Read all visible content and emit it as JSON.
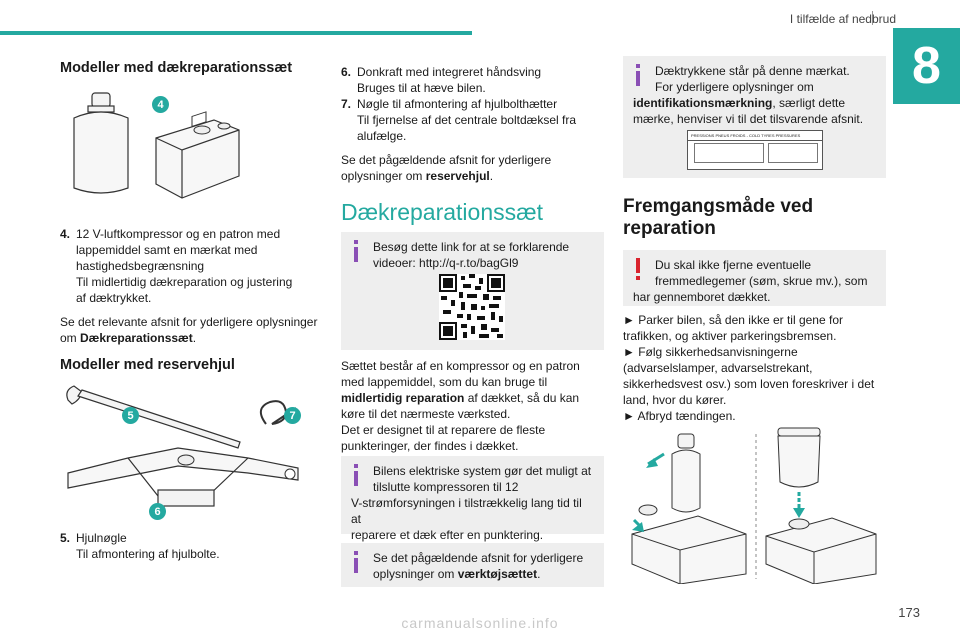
{
  "header": {
    "chapter_title": "I tilfælde af nedbrud",
    "chapter_number": "8",
    "page_number": "173"
  },
  "col1": {
    "heading1": "Modeller med dækreparationssæt",
    "callout4": "4",
    "item4": {
      "num": "4.",
      "lines": [
        "12 V-luftkompressor og en patron med",
        "lappemiddel samt en mærkat med",
        "hastighedsbegrænsning",
        "Til midlertidig dækreparation og justering",
        "af dæktrykket."
      ]
    },
    "para1a": "Se det relevante afsnit for yderligere oplysninger",
    "para1b_pre": "om ",
    "para1b_bold": "Dækreparationssæt",
    "para1b_post": ".",
    "heading2": "Modeller med reservehjul",
    "callout5": "5",
    "callout6": "6",
    "callout7": "7",
    "item5": {
      "num": "5.",
      "lines": [
        "Hjulnøgle",
        "Til afmontering af hjulbolte."
      ]
    }
  },
  "col2": {
    "item6": {
      "num": "6.",
      "lines": [
        "Donkraft med integreret håndsving",
        "Bruges til at hæve bilen."
      ]
    },
    "item7": {
      "num": "7.",
      "lines": [
        "Nøgle til afmontering af hjulbolthætter",
        "Til fjernelse af det centrale boltdæksel fra",
        "alufælge."
      ]
    },
    "para1a": "Se det pågældende afsnit for yderligere",
    "para1b_pre": "oplysninger om ",
    "para1b_bold": "reservehjul",
    "para1b_post": ".",
    "section_title": "Dækreparationssæt",
    "info1": {
      "line1": "Besøg dette link for at se forklarende",
      "line2": "videoer: http://q-r.to/bagGl9"
    },
    "para2": {
      "l1": "Sættet består af en kompressor og en patron",
      "l2": "med lappemiddel, som du kan bruge til",
      "l3_bold": "midlertidig reparation",
      "l3_post": " af dækket, så du kan",
      "l4": "køre til det nærmeste værksted.",
      "l5": "Det er designet til at reparere de fleste",
      "l6": "punkteringer, der findes i dækket."
    },
    "info2": {
      "line1": "Bilens elektriske system gør det muligt at",
      "line2": "tilslutte kompressoren til 12",
      "line3": "V-strømforsyningen i tilstrækkelig lang tid til at",
      "line4": "reparere et dæk efter en punktering."
    },
    "info3": {
      "line1": "Se det pågældende afsnit for yderligere",
      "line2_pre": "oplysninger om ",
      "line2_bold": "værktøjsættet",
      "line2_post": "."
    }
  },
  "col3": {
    "info1": {
      "line1": "Dæktrykkene står på denne mærkat.",
      "line2": "For yderligere oplysninger om",
      "line3_bold": "identifikationsmærkning",
      "line3_post": ", særligt dette",
      "line4": "mærke, henviser vi til det tilsvarende afsnit."
    },
    "label_text": "PRESSIONS PNEUS FROIDS - COLD TYRES PRESSURES",
    "section_title_l1": "Fremgangsmåde ved",
    "section_title_l2": "reparation",
    "warning": {
      "line1": "Du skal ikke fjerne eventuelle",
      "line2": "fremmedlegemer (søm, skrue mv.), som",
      "line3": "har gennemboret dækket."
    },
    "steps": [
      "► Parker bilen, så den ikke er til gene for",
      "trafikken, og aktiver parkeringsbremsen.",
      "► Følg sikkerhedsanvisningerne",
      "(advarselslamper, advarselstrekant,",
      "sikkerhedsvest osv.) som loven foreskriver i det",
      "land, hvor du kører.",
      "► Afbryd tændingen."
    ]
  },
  "footer": "carmanualsonline.info",
  "colors": {
    "accent": "#24a9a0",
    "info_icon": "#8a4fb5",
    "warning_icon": "#d9232d",
    "box_bg": "#eeeeee"
  }
}
